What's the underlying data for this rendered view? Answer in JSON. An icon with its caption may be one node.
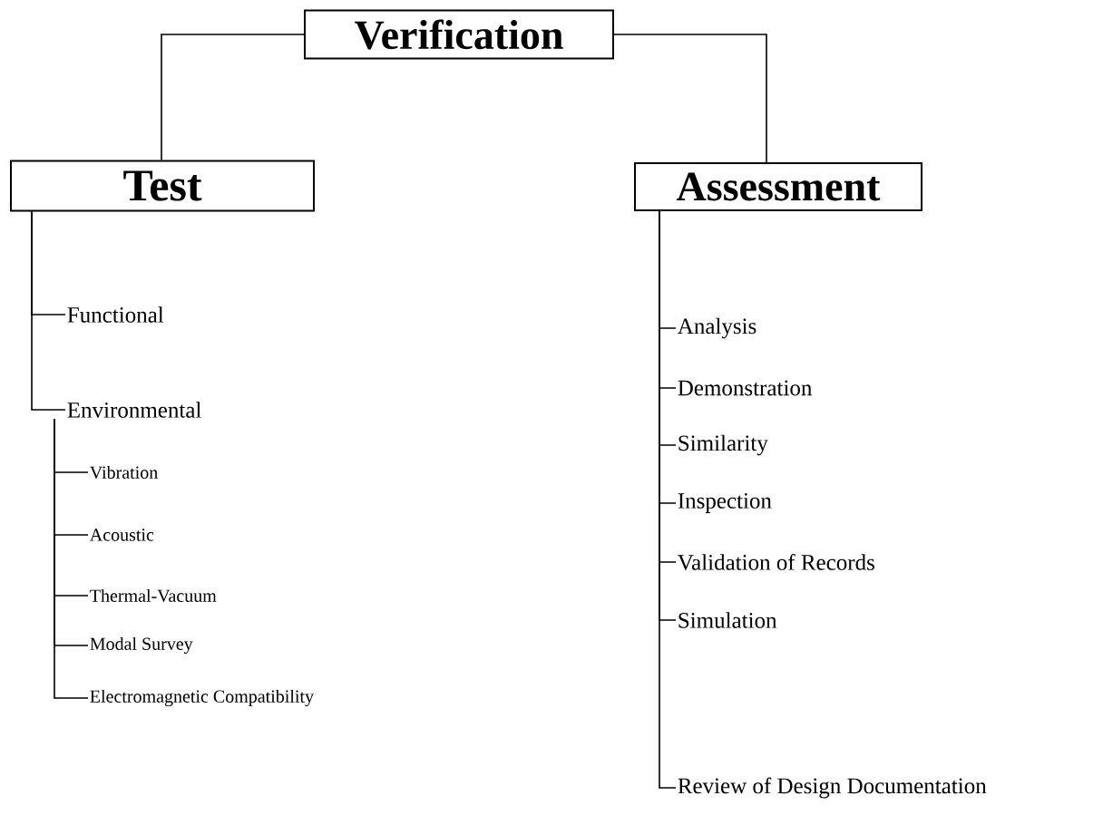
{
  "diagram": {
    "nodes": [
      {
        "text": [
          "Verification"
        ]
      },
      {
        "text": [
          "Test"
        ]
      },
      {
        "text": [
          "Assessment"
        ]
      },
      {
        "text": [
          "Functional"
        ]
      },
      {
        "text": [
          "Environmental"
        ]
      },
      {
        "text": [
          "Vibration"
        ]
      },
      {
        "text": [
          "Acoustic"
        ]
      },
      {
        "text": [
          "Thermal-Vacuum"
        ]
      },
      {
        "text": [
          "Modal Survey"
        ]
      },
      {
        "text": [
          "Electromagnetic Compatibility"
        ]
      },
      {
        "text": [
          "Analysis"
        ]
      },
      {
        "text": [
          "Demonstration"
        ]
      },
      {
        "text": [
          "Similarity"
        ]
      },
      {
        "text": [
          "Inspection"
        ]
      },
      {
        "text": [
          "Validation of Records"
        ]
      },
      {
        "text": [
          "Simulation"
        ]
      },
      {
        "text": [
          "Review of Design Documentation"
        ]
      }
    ],
    "edges": [
      {
        "from": 0,
        "to": 1,
        "arrow": "none"
      },
      {
        "from": 0,
        "to": 2,
        "arrow": "none"
      },
      {
        "from": 1,
        "to": 3,
        "arrow": "none"
      },
      {
        "from": 1,
        "to": 4,
        "arrow": "none"
      },
      {
        "from": 4,
        "to": 5,
        "arrow": "none"
      },
      {
        "from": 4,
        "to": 6,
        "arrow": "none"
      },
      {
        "from": 4,
        "to": 7,
        "arrow": "none"
      },
      {
        "from": 4,
        "to": 8,
        "arrow": "none"
      },
      {
        "from": 4,
        "to": 9,
        "arrow": "none"
      },
      {
        "from": 2,
        "to": 10,
        "arrow": "none"
      },
      {
        "from": 2,
        "to": 11,
        "arrow": "none"
      },
      {
        "from": 2,
        "to": 12,
        "arrow": "none"
      },
      {
        "from": 2,
        "to": 13,
        "arrow": "none"
      },
      {
        "from": 2,
        "to": 14,
        "arrow": "none"
      },
      {
        "from": 2,
        "to": 15,
        "arrow": "none"
      },
      {
        "from": 2,
        "to": 16,
        "arrow": "none"
      }
    ]
  }
}
